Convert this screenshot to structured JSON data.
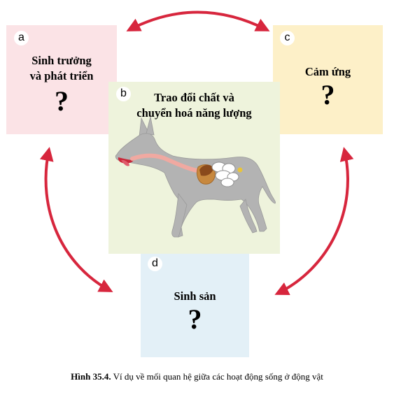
{
  "boxes": {
    "a": {
      "letter": "a",
      "title_lines": [
        "Sinh trưởng",
        "và phát triển"
      ],
      "placeholder": "?"
    },
    "b": {
      "letter": "b",
      "title_lines": [
        "Trao đổi chất và",
        "chuyển hoá năng lượng"
      ]
    },
    "c": {
      "letter": "c",
      "title_lines": [
        "Cảm ứng"
      ],
      "placeholder": "?"
    },
    "d": {
      "letter": "d",
      "title_lines": [
        "Sinh sản"
      ],
      "placeholder": "?"
    }
  },
  "colors": {
    "arrow": "#d7263d",
    "box_a": "#fbe3e6",
    "box_b": "#eef3dc",
    "box_c": "#fdf0c8",
    "box_d": "#e3f0f7"
  },
  "caption": {
    "label": "Hình 35.4.",
    "text": " Ví dụ về mối quan hệ giữa các hoạt động sống ở động vật"
  }
}
